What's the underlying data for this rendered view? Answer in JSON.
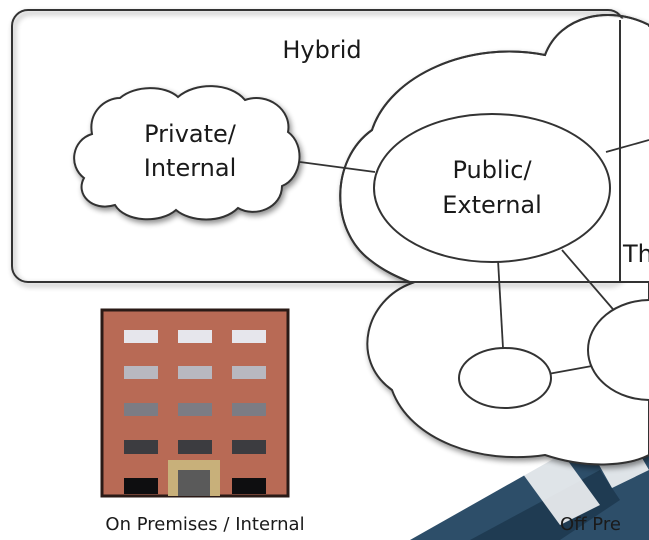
{
  "diagram": {
    "hybrid_label": "Hybrid",
    "private_label_line1": "Private/",
    "private_label_line2": "Internal",
    "public_label_line1": "Public/",
    "public_label_line2": "External",
    "the_partial_label": "Th",
    "on_premises_label": "On Premises / Internal",
    "off_premises_partial_label": "Off Pre"
  },
  "colors": {
    "stroke": "#333333",
    "building_wall": "#b86a55",
    "building_outline": "#2a1a16",
    "door_frame": "#c8b07a",
    "door": "#5a5a5a",
    "banner_dark": "#1f3b52",
    "banner_mid": "#2d4e69"
  }
}
